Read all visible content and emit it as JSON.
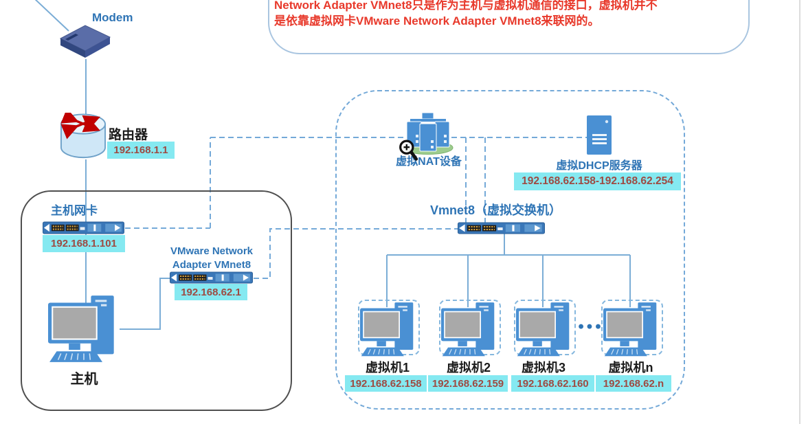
{
  "callout": {
    "line1": "Network Adapter VMnet8只是作为主机与虚拟机通信的接口，虚拟机并不",
    "line2": "是依靠虚拟网卡VMware Network Adapter VMnet8来联网的。"
  },
  "modem": {
    "label": "Modem"
  },
  "router": {
    "label": "路由器",
    "ip": "192.168.1.1"
  },
  "host": {
    "nic_label": "主机网卡",
    "nic_ip": "192.168.1.101",
    "adapter_line1": "VMware Network",
    "adapter_line2": "Adapter VMnet8",
    "adapter_ip": "192.168.62.1",
    "computer_label": "主机"
  },
  "vnet": {
    "nat_label": "虚拟NAT设备",
    "dhcp_label": "虚拟DHCP服务器",
    "dhcp_range": "192.168.62.158-192.168.62.254",
    "switch_label": "Vmnet8（虚拟交换机）",
    "ellipsis": "•••",
    "vms": [
      {
        "name": "虚拟机1",
        "ip": "192.168.62.158"
      },
      {
        "name": "虚拟机2",
        "ip": "192.168.62.159"
      },
      {
        "name": "虚拟机3",
        "ip": "192.168.62.160"
      },
      {
        "name": "虚拟机n",
        "ip": "192.168.62.n"
      }
    ]
  },
  "colors": {
    "accent_blue": "#2e74b5",
    "icon_blue": "#4a90d3",
    "line_blue": "#7badd6",
    "dashed_blue": "#74a9d8",
    "badge_cyan": "#85e9f1",
    "badge_text": "#9e4a42",
    "callout_red": "#e8392b",
    "router_arrow_red": "#c00000",
    "nat_base_green": "#9dcc8e"
  }
}
